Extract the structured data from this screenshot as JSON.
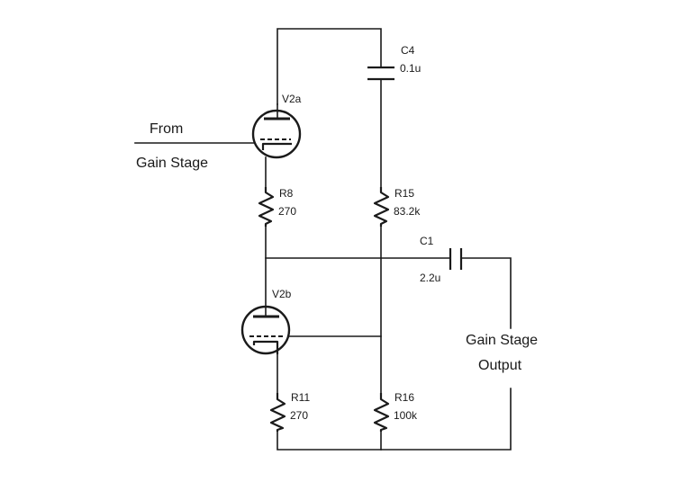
{
  "labels": {
    "input_line1": "From",
    "input_line2": "Gain Stage",
    "output_line1": "Gain Stage",
    "output_line2": "Output"
  },
  "components": {
    "c4": {
      "name": "C4",
      "value": "0.1u"
    },
    "v2a": {
      "name": "V2a"
    },
    "r8": {
      "name": "R8",
      "value": "270"
    },
    "r15": {
      "name": "R15",
      "value": "83.2k"
    },
    "c1": {
      "name": "C1",
      "value": "2.2u"
    },
    "v2b": {
      "name": "V2b"
    },
    "r11": {
      "name": "R11",
      "value": "270"
    },
    "r16": {
      "name": "R16",
      "value": "100k"
    }
  }
}
